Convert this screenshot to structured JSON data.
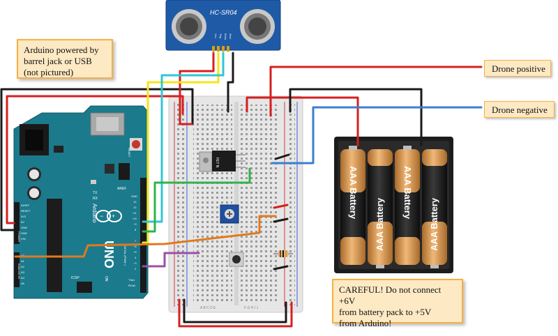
{
  "notes": {
    "power": "Arduino powered by\nbarrel jack or USB\n(not pictured)",
    "caution": "CAREFUL! Do not connect +6V\nfrom battery pack to +5V\nfrom Arduino!"
  },
  "labels": {
    "drone_positive": "Drone positive",
    "drone_negative": "Drone negative"
  },
  "sensor": {
    "model": "HC-SR04",
    "pins": [
      "Vcc",
      "Trig",
      "Echo",
      "Gnd"
    ]
  },
  "arduino": {
    "brand": "Arduino",
    "model": "UNO",
    "digital_label": "DIGITAL (PWM~)",
    "analog_label": "ANALOG IN",
    "power_label": "POWER",
    "reset_label": "RESET",
    "icsp_label": "ICSP",
    "on_label": "ON",
    "tx_label": "TX",
    "rx_label": "RX",
    "aref_label": "AREF",
    "gnd_label": "GND",
    "power_pins": [
      "IOREF",
      "RESET",
      "3V3",
      "5V",
      "GND",
      "GND",
      "VIN"
    ],
    "analog_pins": [
      "A0",
      "A1",
      "A2",
      "A3",
      "A4",
      "A5"
    ],
    "digital_pins": [
      "13",
      "12",
      "~11",
      "~10",
      "~9",
      "8",
      "7",
      "~6",
      "~5",
      "4",
      "~3",
      "2",
      "TX▸1",
      "RX◂0"
    ]
  },
  "components": {
    "mosfet_label": "FET N",
    "battery_label": "AAA Battery"
  },
  "colors": {
    "wire_red": "#d71f1f",
    "wire_black": "#1a1a1a",
    "wire_yellow": "#f5e51b",
    "wire_cyan": "#2fc7d6",
    "wire_green": "#2fb34a",
    "wire_orange": "#e07a1f",
    "wire_purple": "#9b4fa8",
    "wire_blue": "#3a7fd0",
    "arduino_board": "#1b7a8c",
    "sensor_board": "#1f5aa6",
    "note_fill": "#fde9c4",
    "note_border": "#f5b041"
  }
}
